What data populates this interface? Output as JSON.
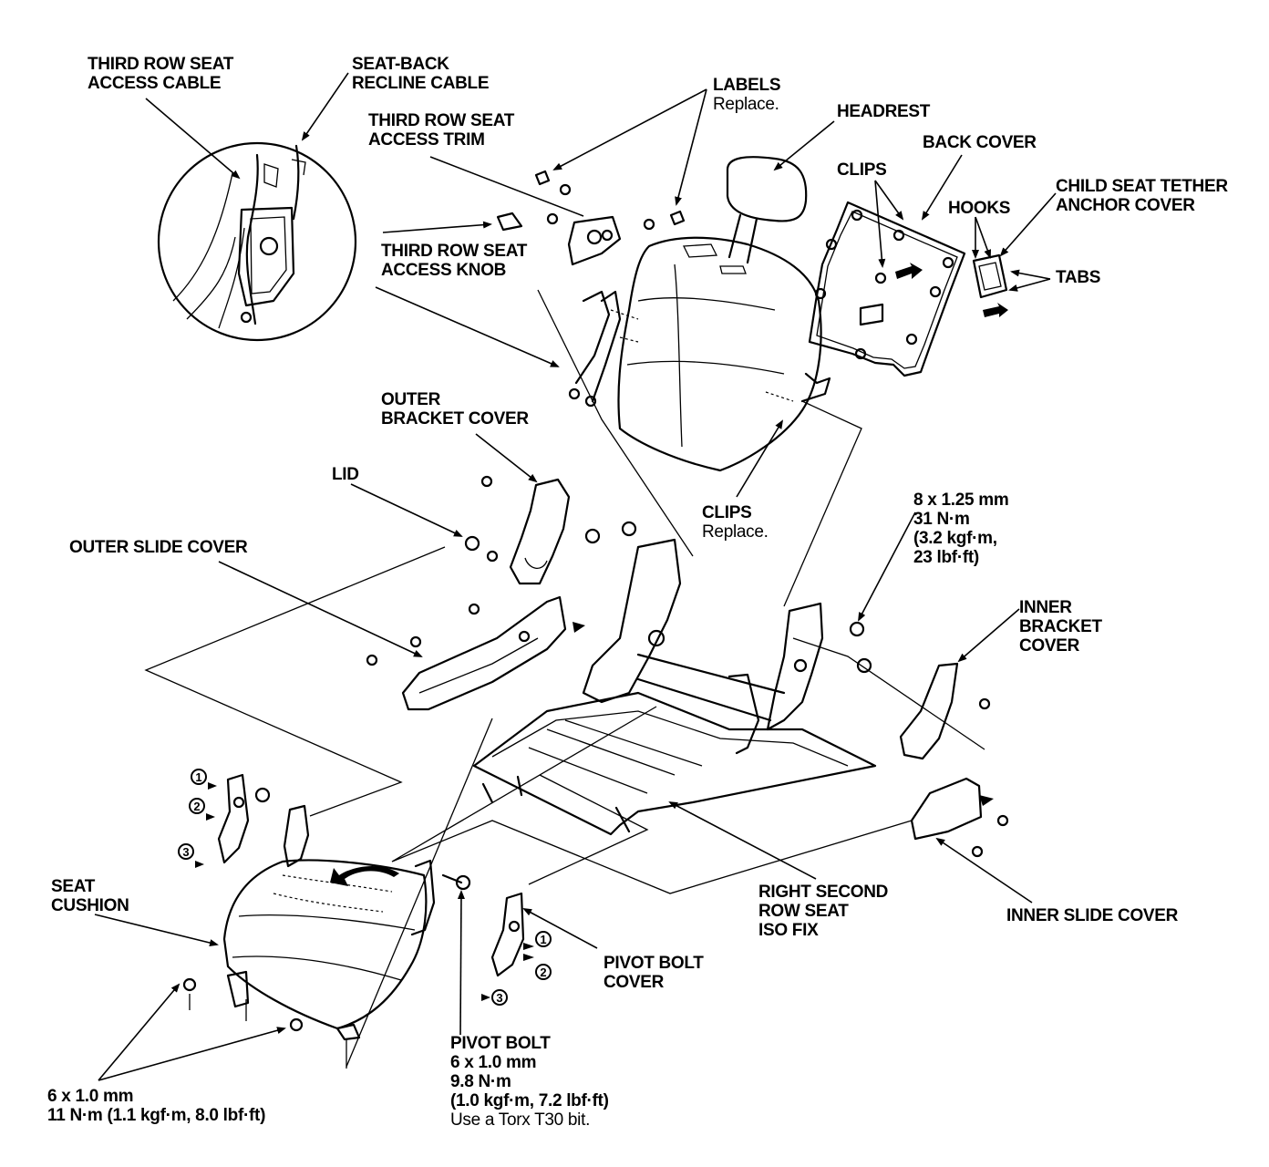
{
  "labels": {
    "third_row_access_cable": [
      "THIRD ROW SEAT",
      "ACCESS CABLE"
    ],
    "seat_back_recline_cable": [
      "SEAT-BACK",
      "RECLINE CABLE"
    ],
    "labels": {
      "title": "LABELS",
      "note": "Replace."
    },
    "third_row_access_trim": [
      "THIRD ROW SEAT",
      "ACCESS TRIM"
    ],
    "headrest": "HEADREST",
    "back_cover": "BACK COVER",
    "clips_top": "CLIPS",
    "child_seat_tether": [
      "CHILD SEAT TETHER",
      "ANCHOR COVER"
    ],
    "hooks": "HOOKS",
    "tabs": "TABS",
    "third_row_access_knob": [
      "THIRD ROW SEAT",
      "ACCESS KNOB"
    ],
    "outer_bracket_cover": [
      "OUTER",
      "BRACKET COVER"
    ],
    "lid": "LID",
    "outer_slide_cover": "OUTER SLIDE COVER",
    "clips_replace": {
      "title": "CLIPS",
      "note": "Replace."
    },
    "bracket_bolt": [
      "8 x 1.25 mm",
      "31 N·m",
      "(3.2 kgf·m,",
      "23 lbf·ft)"
    ],
    "inner_bracket_cover": [
      "INNER",
      "BRACKET",
      "COVER"
    ],
    "seat_cushion": [
      "SEAT",
      "CUSHION"
    ],
    "right_second_row_seat": [
      "RIGHT SECOND",
      "ROW SEAT",
      "ISO FIX"
    ],
    "inner_slide_cover": "INNER SLIDE COVER",
    "pivot_bolt_cover": [
      "PIVOT BOLT",
      "COVER"
    ],
    "pivot_bolt": {
      "lines": [
        "PIVOT BOLT",
        "6 x 1.0 mm",
        "9.8 N·m",
        "(1.0 kgf·m, 7.2 lbf·ft)"
      ],
      "note": "Use a Torx T30 bit."
    },
    "cushion_bolt": [
      "6 x 1.0 mm",
      "11 N·m (1.1 kgf·m, 8.0 lbf·ft)"
    ]
  },
  "steps": [
    "1",
    "2",
    "3"
  ]
}
